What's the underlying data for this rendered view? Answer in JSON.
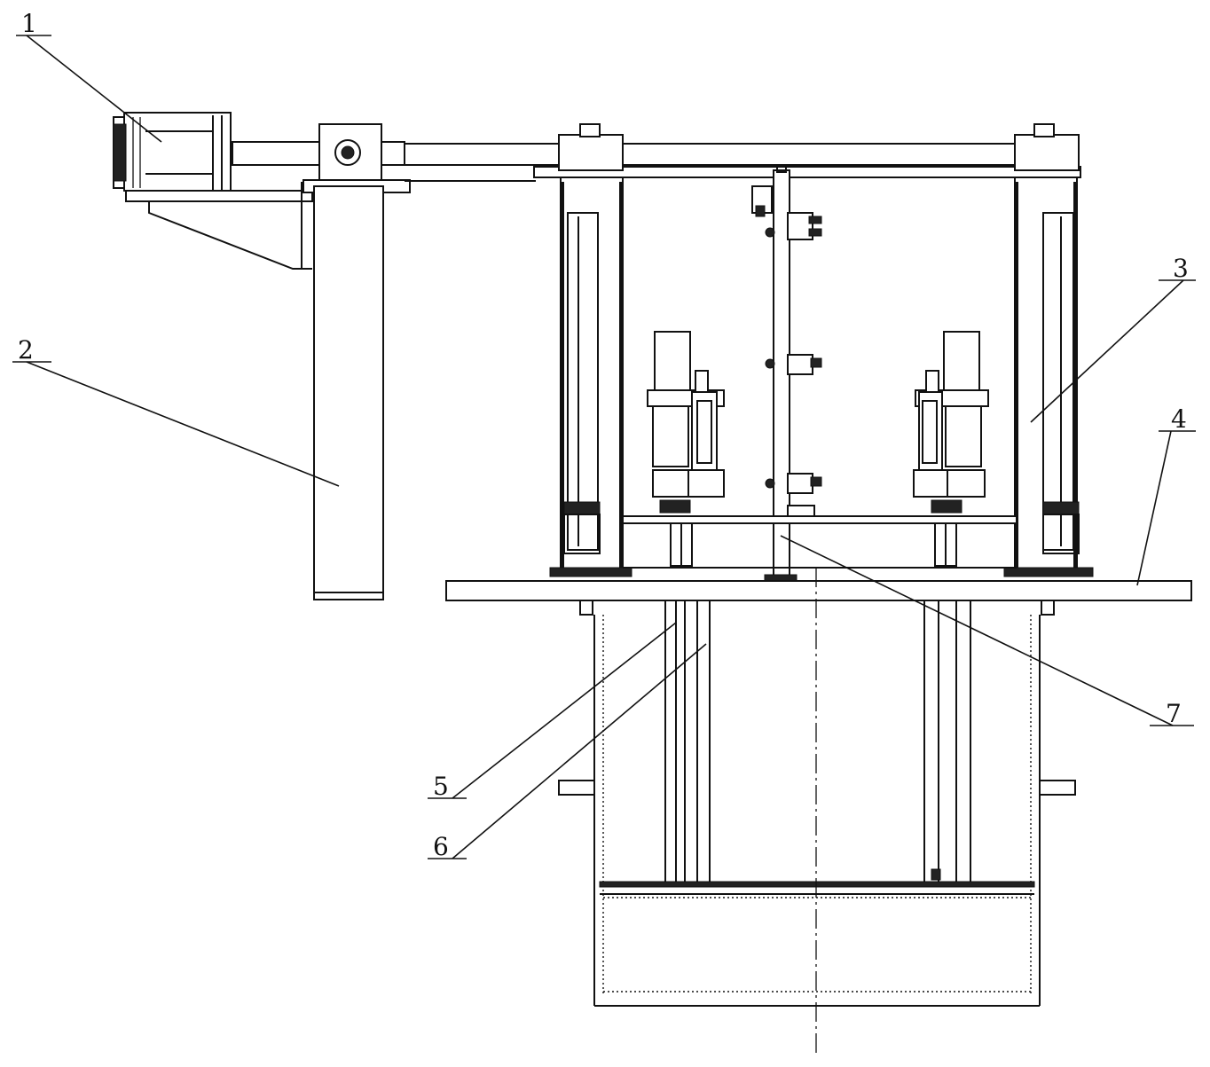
{
  "callouts": [
    {
      "id": "1",
      "text": "1"
    },
    {
      "id": "2",
      "text": "2"
    },
    {
      "id": "3",
      "text": "3"
    },
    {
      "id": "4",
      "text": "4"
    },
    {
      "id": "5",
      "text": "5"
    },
    {
      "id": "6",
      "text": "6"
    },
    {
      "id": "7",
      "text": "7"
    }
  ],
  "colors": {
    "ink": "#111111",
    "paper": "#ffffff"
  }
}
